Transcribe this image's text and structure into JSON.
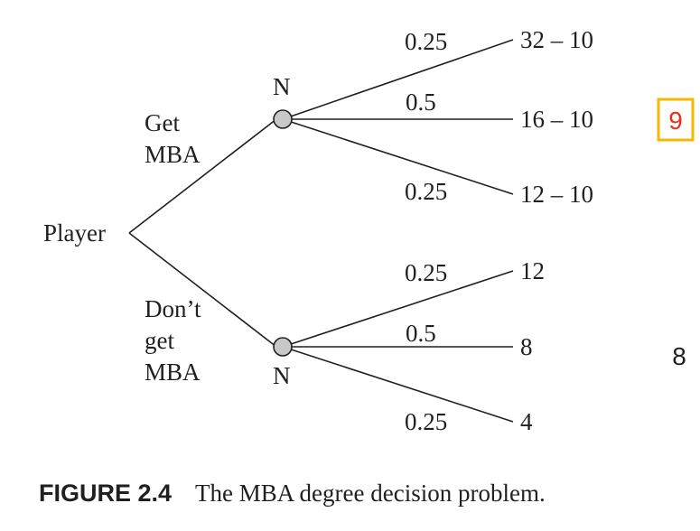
{
  "tree": {
    "root_label": "Player",
    "branches": [
      {
        "label_lines": [
          "Get",
          "MBA"
        ],
        "node_label": "N",
        "outcomes": [
          {
            "prob": "0.25",
            "payoff": "32 – 10"
          },
          {
            "prob": "0.5",
            "payoff": "16 – 10"
          },
          {
            "prob": "0.25",
            "payoff": "12 – 10"
          }
        ]
      },
      {
        "label_lines": [
          "Don’t",
          "get",
          "MBA"
        ],
        "node_label": "N",
        "outcomes": [
          {
            "prob": "0.25",
            "payoff": "12"
          },
          {
            "prob": "0.5",
            "payoff": "8"
          },
          {
            "prob": "0.25",
            "payoff": "4"
          }
        ]
      }
    ]
  },
  "annotations": {
    "badge_value": "9",
    "side_value": "8",
    "colors": {
      "badge_border": "#f5b800",
      "badge_text": "#e8301c"
    }
  },
  "caption": {
    "number": "FIGURE 2.4",
    "text": "The MBA degree decision problem."
  }
}
